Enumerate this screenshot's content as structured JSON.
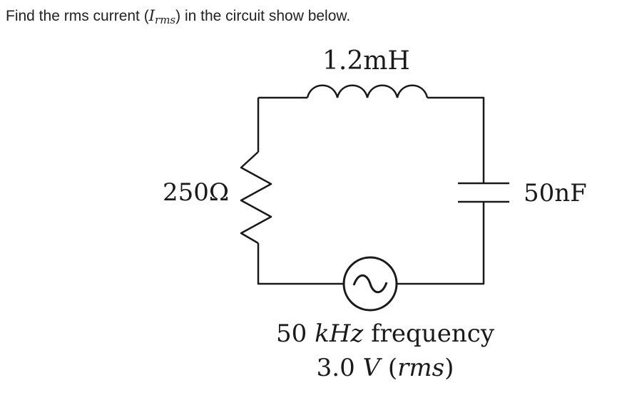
{
  "question": {
    "before": "Find the rms current (",
    "symbol": "I",
    "subscript": "rms",
    "after": ") in the circuit show below."
  },
  "circuit": {
    "inductor_label": "1.2mH",
    "resistor_label": "250Ω",
    "capacitor_label": "50nF",
    "source_frequency_value": "50",
    "source_frequency_unit": "kHz",
    "source_frequency_word": "frequency",
    "source_voltage_value": "3.0",
    "source_voltage_unit": "V",
    "source_voltage_note": "rms"
  }
}
